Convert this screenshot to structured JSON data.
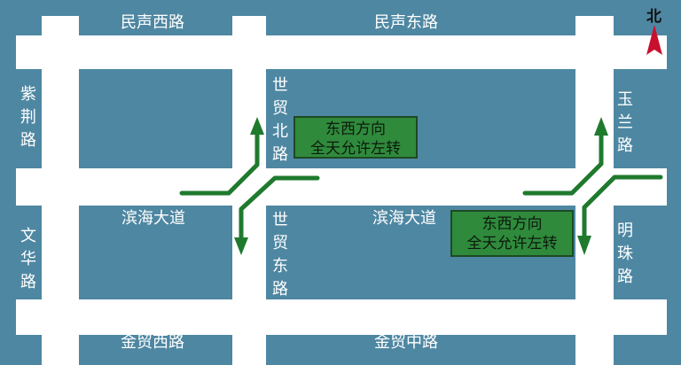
{
  "roads": {
    "top_west": "民声西路",
    "top_east": "民声东路",
    "left_north": "紫荆路",
    "left_south": "文华路",
    "mid_north": "世贸北路",
    "mid_south": "世贸东路",
    "main_west": "滨海大道",
    "main_east": "滨海大道",
    "right_north": "玉兰路",
    "right_south": "明珠路",
    "bottom_west": "金贸西路",
    "bottom_east": "金贸中路"
  },
  "signs": [
    {
      "line1": "东西方向",
      "line2": "全天允许左转"
    },
    {
      "line1": "东西方向",
      "line2": "全天允许左转"
    }
  ],
  "compass": {
    "label": "北",
    "color": "#c8102e"
  },
  "colors": {
    "background": "#4e87a2",
    "road": "#ffffff",
    "arrow": "#1f7a2e"
  }
}
